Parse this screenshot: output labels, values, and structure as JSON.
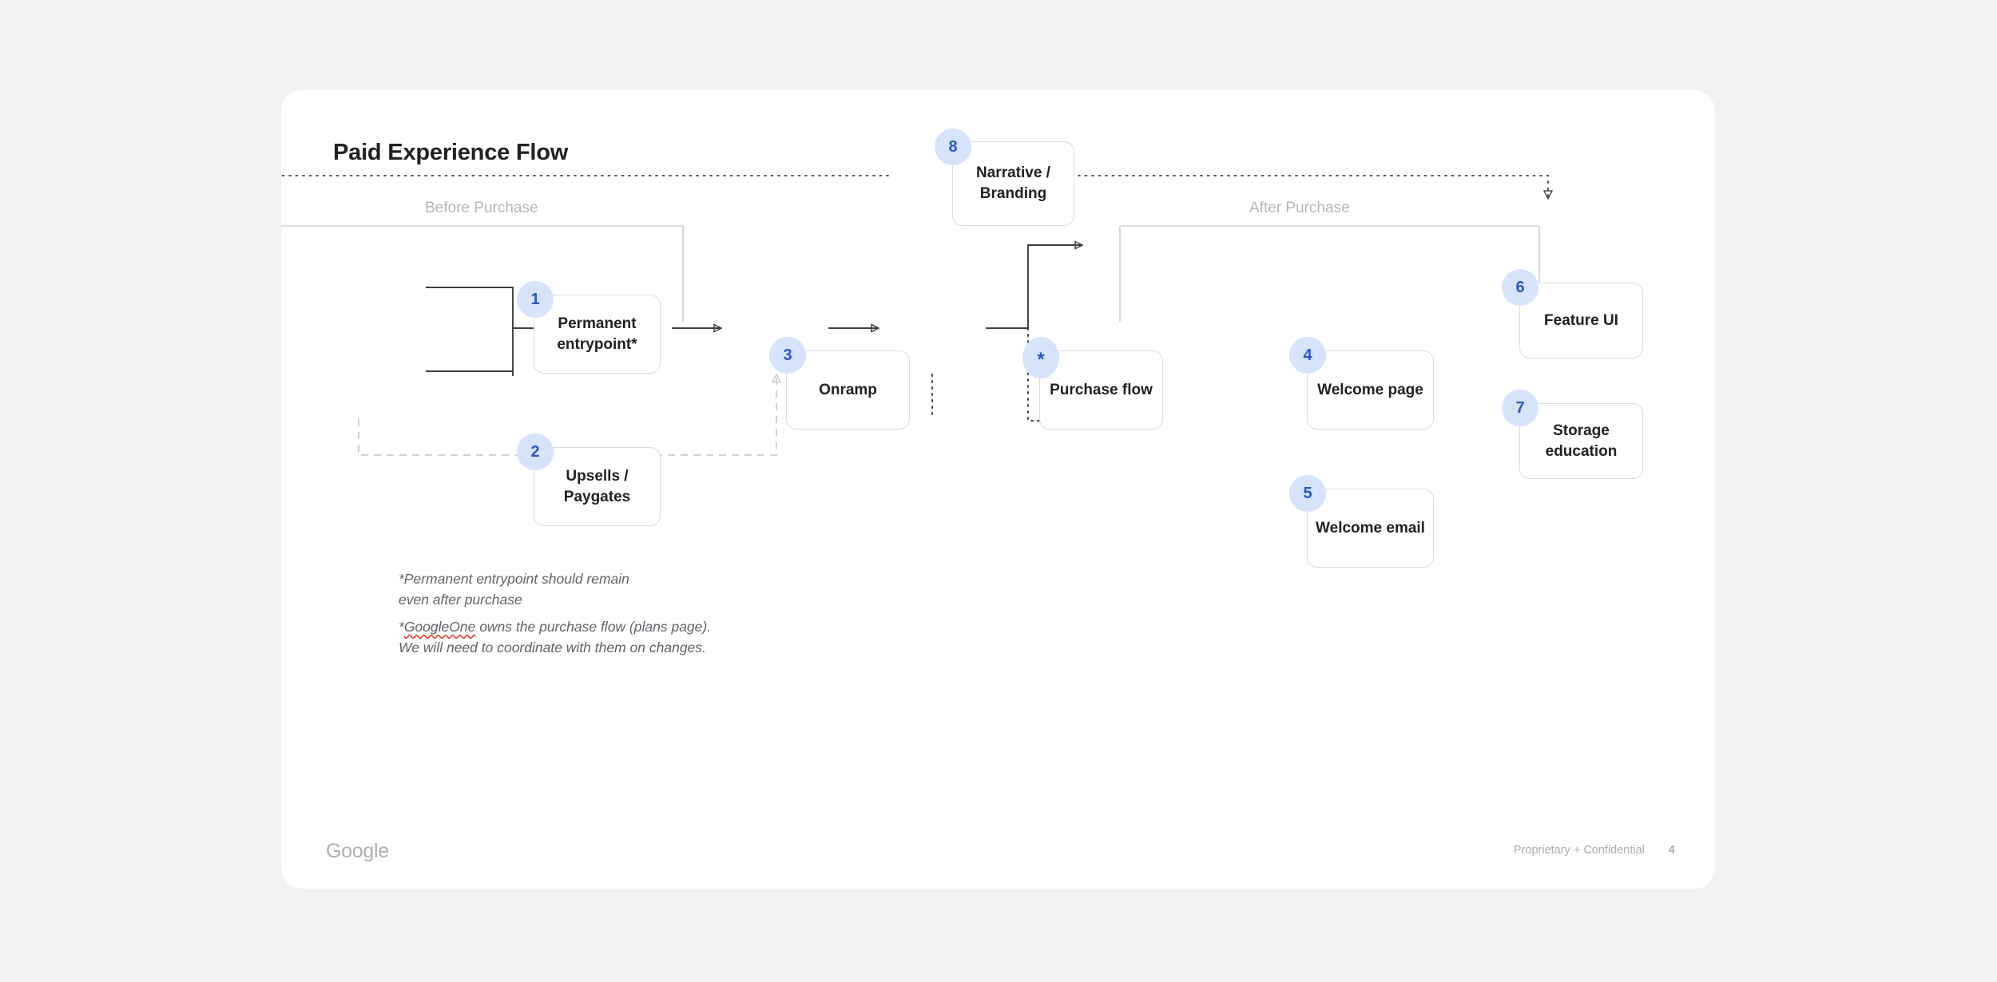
{
  "slide": {
    "title": "Paid Experience Flow",
    "phases": [
      {
        "label": "Before Purchase"
      },
      {
        "label": "After Purchase"
      }
    ],
    "nodes": [
      {
        "badge": "8",
        "label": "Narrative /\nBranding"
      },
      {
        "badge": "1",
        "label": "Permanent\nentrypoint*"
      },
      {
        "badge": "2",
        "label": "Upsells / Paygates"
      },
      {
        "badge": "3",
        "label": "Onramp"
      },
      {
        "badge": "*",
        "label": "Purchase flow"
      },
      {
        "badge": "4",
        "label": "Welcome page"
      },
      {
        "badge": "5",
        "label": "Welcome email"
      },
      {
        "badge": "6",
        "label": "Feature UI"
      },
      {
        "badge": "7",
        "label": "Storage\neducation"
      }
    ],
    "footnotes": [
      {
        "text": "*Permanent entrypoint should remain even after purchase"
      },
      {
        "lead": "*",
        "term": "GoogleOne",
        "rest": " owns the purchase flow (plans page).\nWe will need to coordinate with them on changes."
      }
    ],
    "footer": {
      "logo": "Google",
      "confidential": "Proprietary + Confidential",
      "page_number": "4"
    },
    "colors": {
      "badge_fill": "#d6e4fb",
      "badge_text": "#2a56c6",
      "node_border": "#dadce0",
      "card_bg": "#ffffff",
      "page_bg": "#f1f2f4",
      "connector_solid": "#3c4043",
      "connector_light": "#c8cbcf",
      "phase_label": "#b4b7bb"
    }
  }
}
